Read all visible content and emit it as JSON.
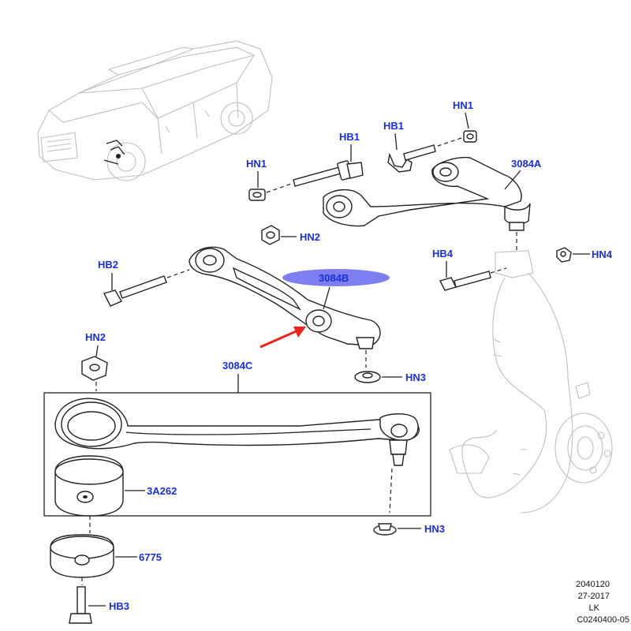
{
  "labels": {
    "hn1_top": "HN1",
    "hb1_a": "HB1",
    "hb1_b": "HB1",
    "hn1_left": "HN1",
    "upper_arm": "3084A",
    "hn2_top": "HN2",
    "hb2": "HB2",
    "lower_arm_b": "3084B",
    "hb4": "HB4",
    "hn4": "HN4",
    "hn2_bottom": "HN2",
    "lower_arm_c": "3084C",
    "hn3_top": "HN3",
    "bushing": "3A262",
    "bushing_b": "6775",
    "hn3_bottom": "HN3",
    "hb3": "HB3"
  },
  "footer": {
    "line1": "2040120",
    "line2": "27-2017",
    "line3": "LK",
    "line4": "C0240400-05"
  },
  "colors": {
    "callout_text": "#1b2fd6",
    "highlight_ellipse": "#7d7ff0",
    "arrow": "#e8251a"
  }
}
